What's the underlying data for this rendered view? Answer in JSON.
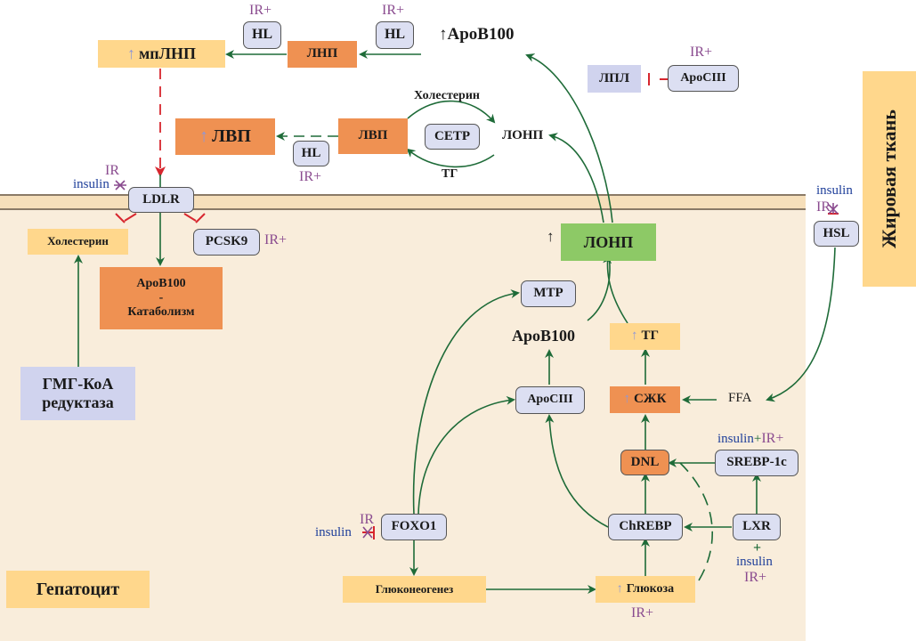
{
  "compartments": {
    "hepatocyte_label": "Гепатоцит",
    "adipose_label": "Жировая ткань"
  },
  "extracellular": {
    "sdLDL": "мпЛНП",
    "LDL": "ЛНП",
    "HL_top_left": "HL",
    "HL_top_right": "HL",
    "IR_top_left": "IR+",
    "IR_top_right": "IR+",
    "apoB100_top": "ApoB100",
    "HDL_big": "ЛВП",
    "HDL": "ЛВП",
    "HL_mid": "HL",
    "IR_mid": "IR+",
    "CETP": "CETP",
    "cholesterol_transfer": "Холестерин",
    "tg_transfer": "ТГ",
    "VLDL_out": "ЛОНП",
    "LPL": "ЛПЛ",
    "ApoCIII_out": "ApoCIII",
    "IR_apoCIII": "IR+"
  },
  "membrane": {
    "LDLR": "LDLR",
    "IR_ldlr": "IR",
    "insulin_ldlr": "insulin"
  },
  "hepatocyte": {
    "cholesterol": "Холестерин",
    "PCSK9": "PCSK9",
    "IR_pcsk9": "IR+",
    "apoB_catabolism_l1": "ApoB100",
    "apoB_catabolism_l2": "-",
    "apoB_catabolism_l3": "Катаболизм",
    "HMGCoA_l1": "ГМГ-КоА",
    "HMGCoA_l2": "редуктаза",
    "VLDL": "ЛОНП",
    "MTP": "MTP",
    "ApoB100": "ApoB100",
    "TG": "ТГ",
    "ApoCIII": "ApoCIII",
    "FFA_cell": "СЖК",
    "FFA": "FFA",
    "DNL": "DNL",
    "SREBP": "SREBP-1c",
    "SREBP_insulin": "insulin",
    "SREBP_plus": "+",
    "SREBP_IR": "IR+",
    "FOXO1": "FOXO1",
    "FOXO1_IR": "IR",
    "FOXO1_insulin": "insulin",
    "ChREBP": "ChREBP",
    "LXR": "LXR",
    "LXR_plus": "+",
    "LXR_insulin": "insulin",
    "LXR_IR": "IR+",
    "gluconeogenesis": "Глюконеогенез",
    "glucose": "Глюкоза",
    "glucose_IR": "IR+"
  },
  "adipose": {
    "HSL": "HSL",
    "HSL_insulin": "insulin",
    "HSL_IR": "IR"
  },
  "symbols": {
    "up_arrow": "↑"
  },
  "colors": {
    "activation": "#1e6b38",
    "inhibition": "#d7262e",
    "ir": "#8a4b8f",
    "insulin": "#1f3f9a"
  }
}
